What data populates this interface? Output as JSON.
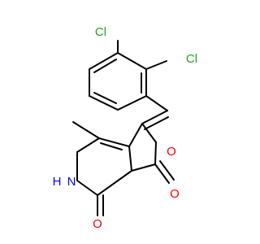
{
  "molecule": {
    "atoms": {
      "cl_top": "Cl",
      "cl_right": "Cl",
      "o_ring": "O",
      "nh": "H",
      "n": "N",
      "o_carbonyl_left": "O",
      "o_carbonyl_right": "O"
    }
  },
  "colors": {
    "bond": "#000000",
    "chlorine": "#1fa31f",
    "oxygen": "#ff0000",
    "nitrogen": "#0000ff"
  }
}
